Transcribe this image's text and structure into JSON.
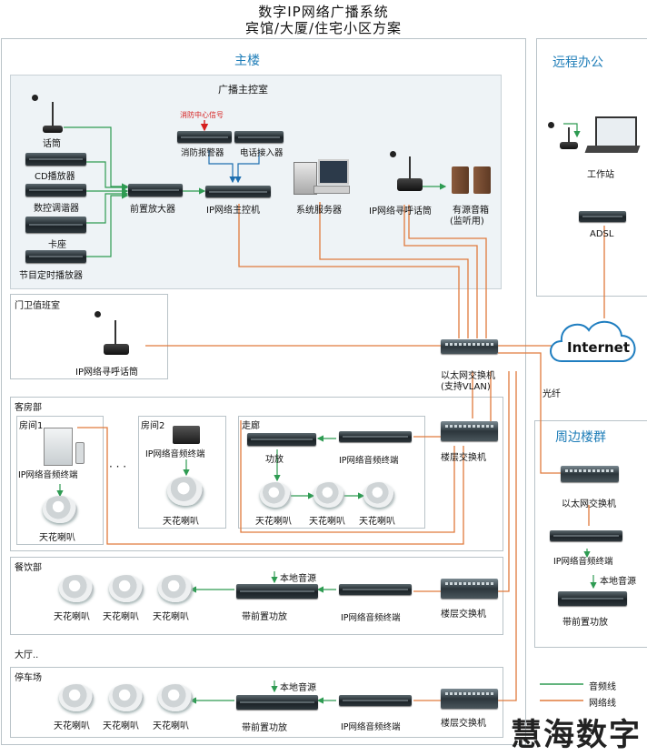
{
  "title": {
    "line1": "数字IP网络广播系统",
    "line2": "宾馆/大厦/住宅小区方案"
  },
  "sections": {
    "main": "主楼",
    "remote": "远程办公",
    "surrounding": "周边楼群",
    "control_room": "广播主控室",
    "gate_room": "门卫值班室",
    "guest_dept": "客房部",
    "room1": "房间1",
    "room2": "房间2",
    "corridor": "走廊",
    "dining": "餐饮部",
    "hall": "大厅..",
    "parking": "停车场"
  },
  "labels": {
    "mic": "话筒",
    "cd": "CD播放器",
    "tuner": "数控调谐器",
    "cassette": "卡座",
    "timer": "节目定时播放器",
    "preamp": "前置放大器",
    "fire_signal": "消防中心信号",
    "fire_alarm": "消防报警器",
    "phone_access": "电话接入器",
    "ip_host": "IP网络主控机",
    "server": "系统服务器",
    "ip_paging_mic": "IP网络寻呼话筒",
    "active_speaker": "有源音箱",
    "monitor": "(监听用)",
    "workstation": "工作站",
    "adsl": "ADSL",
    "internet": "Internet",
    "fiber": "光纤",
    "eth_switch": "以太网交换机",
    "vlan": "(支持VLAN)",
    "gate_mic": "IP网络寻呼话筒",
    "ip_terminal": "IP网络音频终端",
    "ceiling_speaker": "天花喇叭",
    "amplifier": "功放",
    "floor_switch": "楼层交换机",
    "local_source": "本地音源",
    "pre_amp_combo": "带前置功放",
    "dots": "· · ·"
  },
  "legend": {
    "audio": "音频线",
    "network": "网络线"
  },
  "colors": {
    "audio_line": "#2e9b52",
    "network_line": "#e07a3c",
    "accent": "#1e7db8"
  },
  "watermark": "慧海数字"
}
